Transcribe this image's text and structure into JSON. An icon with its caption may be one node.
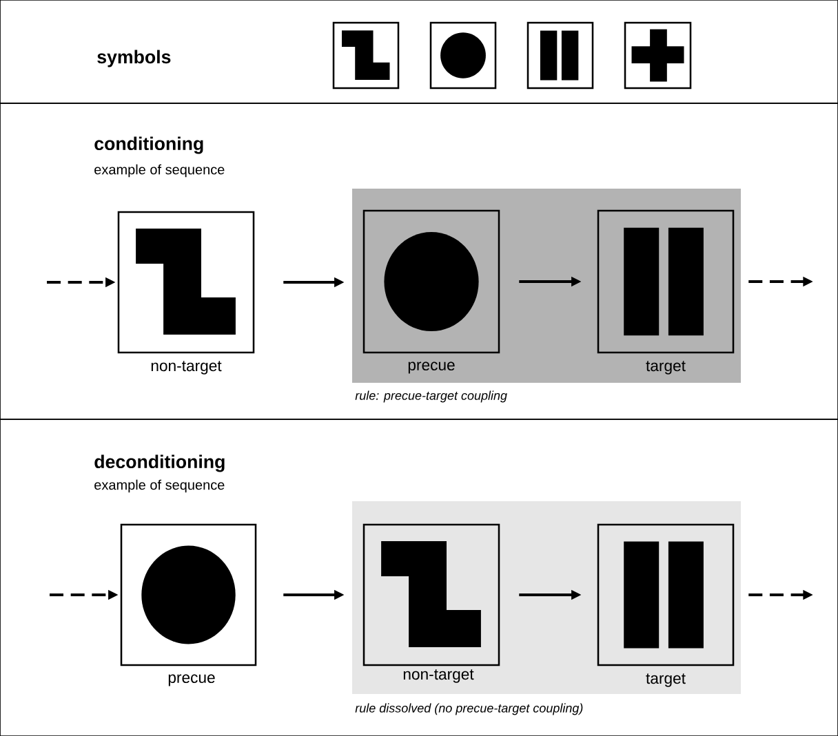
{
  "diagram": {
    "nodes": [
      {
        "text": [
          "symbols"
        ]
      },
      {
        "text": [],
        "shape": "picture",
        "in": 0
      },
      {
        "text": [],
        "shape": "picture",
        "in": 0
      },
      {
        "text": [],
        "shape": "picture",
        "in": 0
      },
      {
        "text": [],
        "shape": "picture",
        "in": 0
      },
      {
        "text": [
          "conditioning",
          "example of sequence"
        ]
      },
      {
        "text": [
          "non-target"
        ],
        "in": 5
      },
      {
        "text": [],
        "shape": "box",
        "in": 5,
        "beside": [
          "rule: precue-target coupling"
        ]
      },
      {
        "text": [
          "precue"
        ],
        "in": 7
      },
      {
        "text": [
          "target"
        ],
        "in": 7
      },
      {
        "text": [
          "deconditioning",
          "example of sequence"
        ]
      },
      {
        "text": [
          "precue"
        ],
        "in": 10
      },
      {
        "text": [],
        "shape": "box",
        "in": 10,
        "beside": [
          "rule dissolved (no precue-target coupling)"
        ]
      },
      {
        "text": [
          "non-target"
        ],
        "in": 12
      },
      {
        "text": [
          "target"
        ],
        "in": 12
      }
    ],
    "edges": [
      {
        "from": null,
        "to": 6,
        "arrow": "to",
        "style": "dashed"
      },
      {
        "from": 6,
        "to": 7,
        "arrow": "to"
      },
      {
        "from": 8,
        "to": 9,
        "arrow": "to"
      },
      {
        "from": 9,
        "to": null,
        "arrow": "to",
        "style": "dashed"
      },
      {
        "from": null,
        "to": 11,
        "arrow": "to",
        "style": "dashed"
      },
      {
        "from": 11,
        "to": 12,
        "arrow": "to"
      },
      {
        "from": 13,
        "to": 14,
        "arrow": "to"
      },
      {
        "from": 14,
        "to": null,
        "arrow": "to",
        "style": "dashed"
      }
    ]
  }
}
